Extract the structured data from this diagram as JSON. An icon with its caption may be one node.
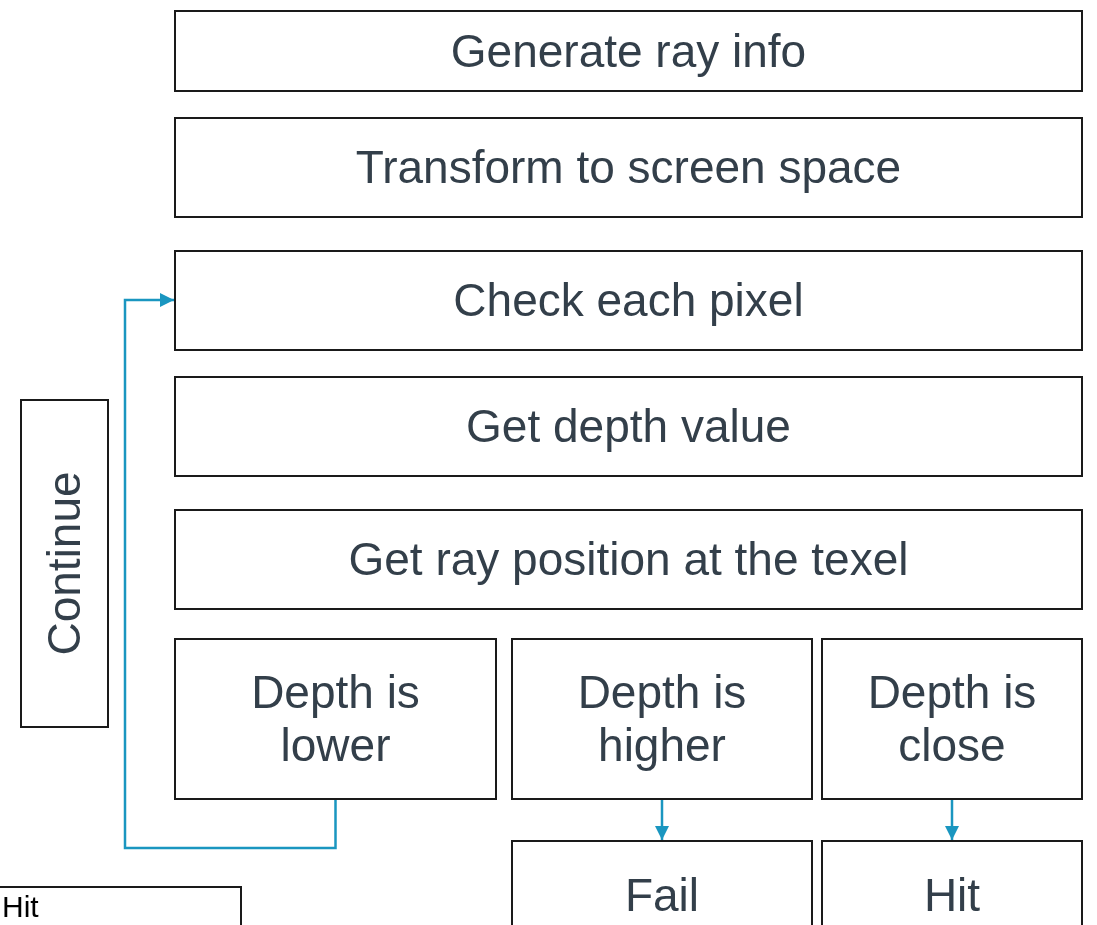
{
  "diagram": {
    "nodes": [
      {
        "text": [
          "Generate ray info"
        ]
      },
      {
        "text": [
          "Transform to screen space"
        ]
      },
      {
        "text": [
          "Check each pixel"
        ]
      },
      {
        "text": [
          "Get depth value"
        ]
      },
      {
        "text": [
          "Get ray position at the texel"
        ]
      },
      {
        "text": [
          "Depth is lower"
        ]
      },
      {
        "text": [
          "Depth is higher"
        ]
      },
      {
        "text": [
          "Depth is close"
        ]
      },
      {
        "text": [
          "Continue"
        ]
      },
      {
        "text": [
          "Fail"
        ]
      },
      {
        "text": [
          "Hit"
        ]
      },
      {
        "text": [
          "Hit"
        ]
      }
    ],
    "edges": [
      {
        "from": 5,
        "to": 2,
        "arrow": "to"
      },
      {
        "from": 6,
        "to": 9,
        "arrow": "to"
      },
      {
        "from": 7,
        "to": 10,
        "arrow": "to"
      }
    ]
  }
}
